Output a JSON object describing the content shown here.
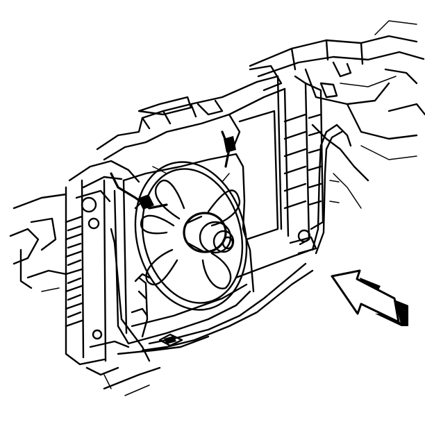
{
  "diagram": {
    "components": [
      {
        "id": "radiator-core",
        "icon": "radiator-icon"
      },
      {
        "id": "cooling-fan",
        "icon": "fan-icon"
      },
      {
        "id": "fan-shroud",
        "icon": "shroud-icon"
      },
      {
        "id": "fan-motor",
        "icon": "motor-icon"
      },
      {
        "id": "fan-harness",
        "icon": "wire-harness-icon"
      },
      {
        "id": "direction-arrow",
        "icon": "arrow-icon"
      }
    ],
    "colors": {
      "line": "#000000",
      "background": "#ffffff"
    }
  }
}
